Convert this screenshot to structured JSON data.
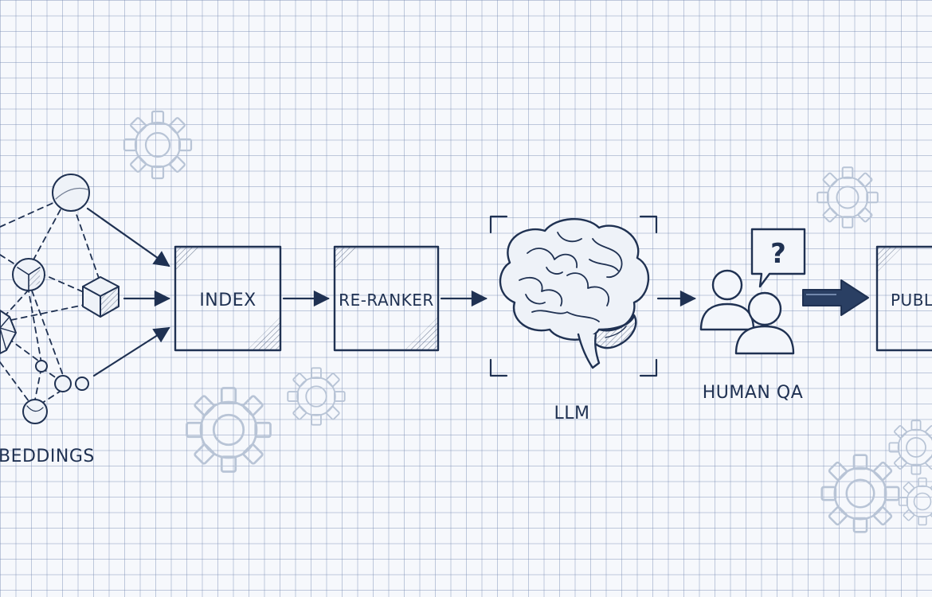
{
  "diagram": {
    "stages": {
      "embeddings": "BEDDINGS",
      "index": "INDEX",
      "reranker": "RE-RANKER",
      "llm": "LLM",
      "human_qa": "HUMAN QA",
      "publish": "PUBL"
    },
    "speech_bubble": "?"
  },
  "colors": {
    "ink": "#1f3152",
    "grid": "#8c9ec0",
    "gear": "#b8c4d6",
    "paper": "#f6f8fc"
  }
}
